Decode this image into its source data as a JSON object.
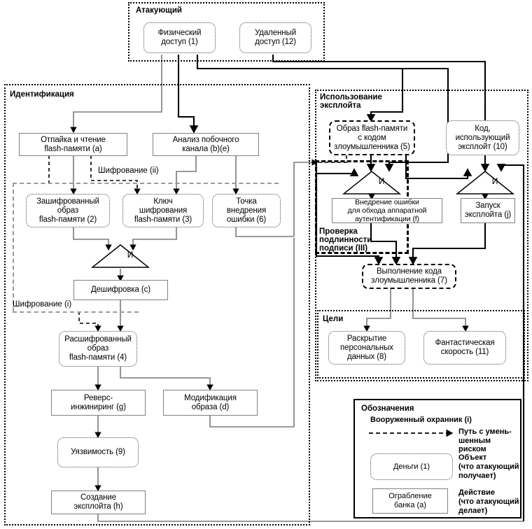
{
  "diagram": {
    "title": "Attack tree / flow diagram (Russian)",
    "regions": {
      "attacker": {
        "label": "Атакующий"
      },
      "identification": {
        "label": "Идентификация"
      },
      "exploit_use": {
        "label": "Использование\nэксплойта"
      },
      "signature_check": {
        "label": "Проверка\nподлинности\nподписи (III)"
      },
      "goals": {
        "label": "Цели"
      },
      "encryption_ii": {
        "label": "Шифрование (ii)"
      },
      "encryption_i": {
        "label": "Шифрование (i)"
      }
    },
    "nodes": {
      "physical_access": "Физический\nдоступ (1)",
      "remote_access": "Удаленный\nдоступ (12)",
      "desolder_read": "Отпайка и чтение\nflash-памяти (a)",
      "side_channel": "Анализ побочного\nканала (b)(e)",
      "encrypted_image": "Зашифрованный\nобраз\nflash-памяти (2)",
      "encryption_key": "Ключ\nшифрования\nflash-памяти (3)",
      "fault_point": "Точка\nвнедрения\nошибки (6)",
      "decryption": "Дешифровка (c)",
      "decrypted_image": "Расшифрованный\nобраз\nflash-памяти (4)",
      "reverse_engineering": "Реверс-\nинжиниринг (g)",
      "image_modification": "Модификация\nобраза (d)",
      "vulnerability": "Уязвимость (9)",
      "exploit_creation": "Создание\nэксплойта (h)",
      "malicious_image": "Образ flash-памяти\nс кодом\nзлоумышленника (5)",
      "exploit_code": "Код,\nиспользующий\nэксплойт (10)",
      "fault_injection": "Внедрение ошибки\nдля обхода аппаратной\nаутентификации (f)",
      "exploit_launch": "Запуск\nэксплойта (j)",
      "code_execution": "Выполнение кода\nзлоумышленника (7)",
      "personal_data": "Раскрытие\nперсональных\nданных (8)",
      "fantastic_speed": "Фантастическая\nскорость (11)"
    },
    "gates": {
      "and_label": "И",
      "gate1_name": "and-gate-decryption",
      "gate2_name": "and-gate-fault-injection",
      "gate3_name": "and-gate-exploit-launch"
    },
    "legend": {
      "title": "Обозначения",
      "guard": "Вооруженный охранник (i)",
      "reduced_risk_path": "Путь с умень-\nшенным риском",
      "asset_sample": "Деньги (1)",
      "asset_desc_title": "Объект",
      "asset_desc_body": "(что атакующий\nполучает)",
      "action_sample": "Ограбление\nбанка (a)",
      "action_desc_title": "Действие",
      "action_desc_body": "(что атакующий\nделает)"
    },
    "colors": {
      "line": "#7a7a7a",
      "line_dark": "#000000",
      "action_border": "#808080",
      "asset_border": "#505050",
      "region_border": "#000000"
    }
  }
}
